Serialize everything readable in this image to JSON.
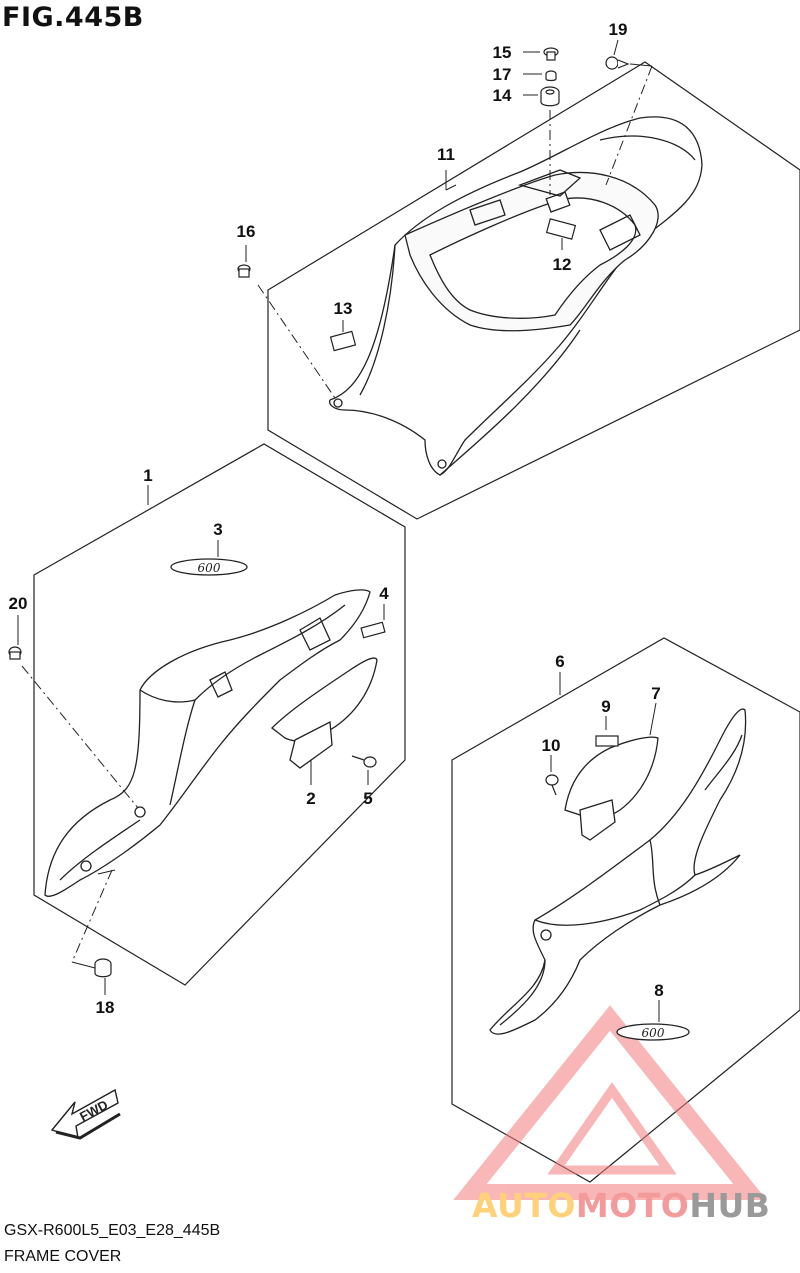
{
  "figure": {
    "title": "FIG.445B"
  },
  "footer": {
    "code": "GSX-R600L5_E03_E28_445B",
    "name": "FRAME COVER"
  },
  "watermark": {
    "brand_part1": "AUTO",
    "brand_part2": "MOTO",
    "brand_part3": "HUB",
    "colors": {
      "auto": "#ffd27a",
      "moto": "#f39b9b",
      "hub": "#9a9a9a",
      "triangle": "#f47c7c"
    }
  },
  "direction_marker": {
    "label": "FWD",
    "icon": "forward-arrow-icon"
  },
  "part_numbers": [
    "1",
    "2",
    "3",
    "4",
    "5",
    "6",
    "7",
    "8",
    "9",
    "10",
    "11",
    "12",
    "13",
    "14",
    "15",
    "16",
    "17",
    "18",
    "19",
    "20"
  ],
  "emblem_text": "600",
  "line_color": "#222222"
}
